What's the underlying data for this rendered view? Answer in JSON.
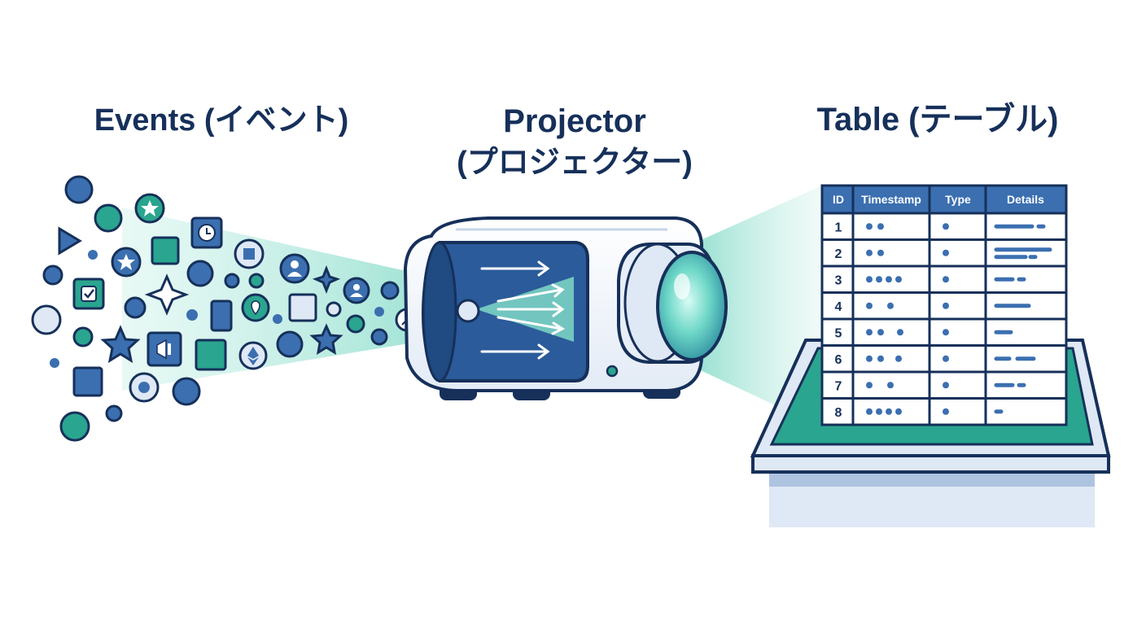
{
  "labels": {
    "events": "Events (イベント)",
    "projector_line1": "Projector",
    "projector_line2": "(プロジェクター)",
    "table": "Table (テーブル)"
  },
  "table": {
    "headers": [
      "ID",
      "Timestamp",
      "Type",
      "Details"
    ],
    "row_ids": [
      "1",
      "2",
      "3",
      "4",
      "5",
      "6",
      "7",
      "8"
    ]
  },
  "event_icons": [
    "circle",
    "star-badge-icon",
    "clock-icon",
    "play-icon",
    "circle",
    "star-badge-icon",
    "square",
    "checkbox-icon",
    "sparkle-icon",
    "location-pin-icon",
    "user-icon",
    "megaphone-icon",
    "diamond-icon",
    "ethereum-icon",
    "star-icon",
    "gear-icon",
    "compass-icon"
  ],
  "colors": {
    "navy": "#16305a",
    "blue": "#3b6fb0",
    "teal": "#2aa58f",
    "light_teal": "#8fe3d2",
    "pale_blue": "#dfe8f5",
    "table_header": "#3b6fb0"
  }
}
